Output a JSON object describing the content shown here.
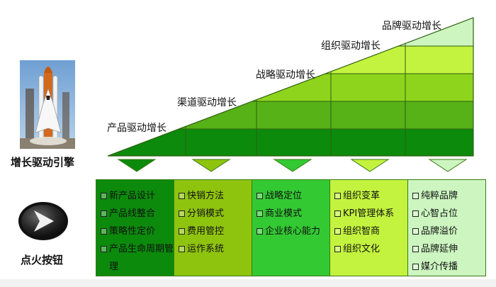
{
  "stages": [
    {
      "label": "产品驱动增长",
      "color": "#0c8a0c"
    },
    {
      "label": "渠道驱动增长",
      "color": "#8fc40e"
    },
    {
      "label": "战略驱动增长",
      "color": "#33c933"
    },
    {
      "label": "组织驱动增长",
      "color": "#c3f33e"
    },
    {
      "label": "品牌驱动增长",
      "color": "#ccf5c0"
    }
  ],
  "columns": [
    {
      "items": [
        "新产品设计",
        "产品线整合",
        "策略性定价",
        "产品生命周期管理"
      ]
    },
    {
      "items": [
        "快销方法",
        "分销模式",
        "费用管控",
        "运作系统"
      ]
    },
    {
      "items": [
        "战略定位",
        "商业模式",
        "企业核心能力"
      ]
    },
    {
      "items": [
        "组织变革",
        "KPI管理体系",
        "组织智商",
        "组织文化"
      ]
    },
    {
      "items": [
        "纯粹品牌",
        "心智占位",
        "品牌溢价",
        "品牌延伸",
        "媒介传播"
      ]
    }
  ],
  "left_panel": {
    "engine_label": "增长驱动引擎",
    "ignition_label": "点火按钮",
    "rocket_icon": "space-shuttle-icon",
    "button_icon": "chevron-right-icon"
  }
}
